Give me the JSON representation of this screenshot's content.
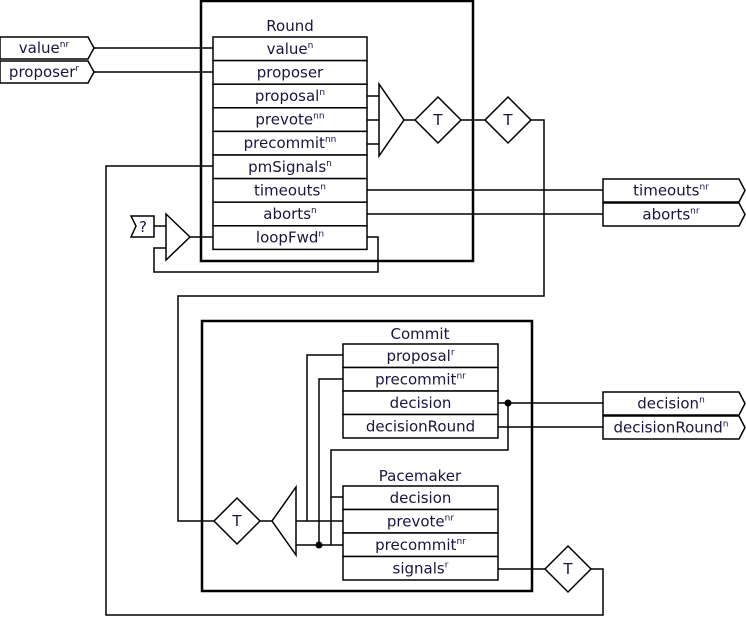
{
  "inputs": {
    "value": {
      "label": "value",
      "sup": "nr"
    },
    "proposer": {
      "label": "proposer",
      "sup": "r"
    }
  },
  "round": {
    "title": "Round",
    "fields": [
      {
        "label": "value",
        "sup": "n"
      },
      {
        "label": "proposer",
        "sup": ""
      },
      {
        "label": "proposal",
        "sup": "n"
      },
      {
        "label": "prevote",
        "sup": "nn"
      },
      {
        "label": "precommit",
        "sup": "nn"
      },
      {
        "label": "pmSignals",
        "sup": "n"
      },
      {
        "label": "timeouts",
        "sup": "n"
      },
      {
        "label": "aborts",
        "sup": "n"
      },
      {
        "label": "loopFwd",
        "sup": "n"
      }
    ]
  },
  "commit": {
    "title": "Commit",
    "fields": [
      {
        "label": "proposal",
        "sup": "r"
      },
      {
        "label": "precommit",
        "sup": "nr"
      },
      {
        "label": "decision",
        "sup": ""
      },
      {
        "label": "decisionRound",
        "sup": ""
      }
    ]
  },
  "pacemaker": {
    "title": "Pacemaker",
    "fields": [
      {
        "label": "decision",
        "sup": ""
      },
      {
        "label": "prevote",
        "sup": "nr"
      },
      {
        "label": "precommit",
        "sup": "nr"
      },
      {
        "label": "signals",
        "sup": "r"
      }
    ]
  },
  "outputs": {
    "timeouts": {
      "label": "timeouts",
      "sup": "nr"
    },
    "aborts": {
      "label": "aborts",
      "sup": "nr"
    },
    "decision": {
      "label": "decision",
      "sup": "n"
    },
    "decisionRound": {
      "label": "decisionRound",
      "sup": "n"
    }
  },
  "transform_label": "T",
  "unknown_label": "?"
}
